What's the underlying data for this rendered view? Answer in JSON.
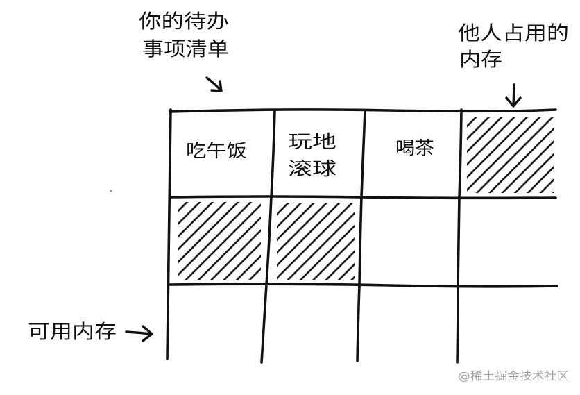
{
  "annotations": {
    "todo_list": [
      "你的待办",
      "事项清单"
    ],
    "others_memory": [
      "他人占用的",
      "内存"
    ],
    "available_memory": "可用内存"
  },
  "tasks": {
    "lunch": "吃午饭",
    "bowling": [
      "玩地",
      "滚球"
    ],
    "tea": "喝茶"
  },
  "watermark": "@稀土掘金技术社区",
  "colors": {
    "ink": "#111111",
    "background": "#ffffff",
    "watermark": "#a0a0a0"
  }
}
